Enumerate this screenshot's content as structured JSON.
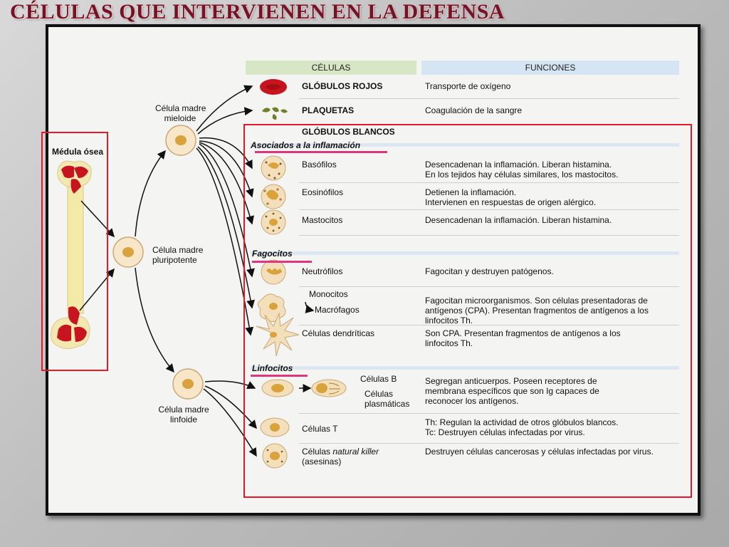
{
  "slide": {
    "title": "CÉLULAS QUE INTERVIENEN EN LA DEFENSA"
  },
  "diagram": {
    "bone_label": "Médula ósea",
    "stem_myeloid": [
      "Célula madre",
      "mieloide"
    ],
    "stem_pluripotent": [
      "Célula madre",
      "pluripotente"
    ],
    "stem_lymphoid": [
      "Célula madre",
      "linfoide"
    ]
  },
  "table": {
    "header_cells": "CÉLULAS",
    "header_functions": "FUNCIONES",
    "rows_top": [
      {
        "name": "GLÓBULOS ROJOS",
        "function": [
          "Transporte de oxígeno"
        ]
      },
      {
        "name": "PLAQUETAS",
        "function": [
          "Coagulación de la sangre"
        ]
      }
    ],
    "white_cells_title": "GLÓBULOS BLANCOS",
    "sections": [
      {
        "label": "Asociados a la inflamación",
        "rows": [
          {
            "name": [
              "Basófilos"
            ],
            "function": [
              "Desencadenan la inflamación. Liberan histamina.",
              "En los tejidos hay células similares, los mastocitos."
            ]
          },
          {
            "name": [
              "Eosinófilos"
            ],
            "function": [
              "Detienen la inflamación.",
              "Intervienen en respuestas de origen alérgico."
            ]
          },
          {
            "name": [
              "Mastocitos"
            ],
            "function": [
              "Desencadenan la inflamación. Liberan histamina."
            ]
          }
        ]
      },
      {
        "label": "Fagocitos",
        "rows": [
          {
            "name": [
              "Neutrófilos"
            ],
            "function": [
              "Fagocitan y destruyen patógenos."
            ]
          },
          {
            "name": [
              "Monocitos",
              "Macrófagos"
            ],
            "function": [
              "Fagocitan microorganismos. Son células presentadoras de",
              "antígenos (CPA). Presentan fragmentos de antígenos a los",
              "linfocitos Th."
            ]
          },
          {
            "name": [
              "Células dendríticas"
            ],
            "function": [
              "Son CPA. Presentan fragmentos de antígenos a los",
              "linfocitos Th."
            ]
          }
        ]
      },
      {
        "label": "Linfocitos",
        "rows": [
          {
            "name": [
              "Células B",
              "Células",
              "plasmáticas"
            ],
            "function": [
              "Segregan anticuerpos. Poseen receptores de",
              "membrana específicos que son Ig capaces de",
              "reconocer los antígenos."
            ]
          },
          {
            "name": [
              "Células T"
            ],
            "function": [
              "Th: Regulan la actividad de otros glóbulos blancos.",
              "Tc: Destruyen células infectadas por virus."
            ]
          },
          {
            "name": [
              "Células",
              "natural killer",
              "(asesinas)"
            ],
            "function": [
              "Destruyen células cancerosas y células infectadas por virus."
            ]
          }
        ]
      }
    ]
  },
  "colors": {
    "title": "#7a1024",
    "highlight_box": "#e5182a",
    "section_underline": "#e0367d",
    "header_cells_bg": "#d7e6c4",
    "header_functions_bg": "#d5e5f3",
    "cell_fill": "#f7e6c8",
    "nucleus": "#d9a23c",
    "red_blood_cell": "#c8141e"
  }
}
